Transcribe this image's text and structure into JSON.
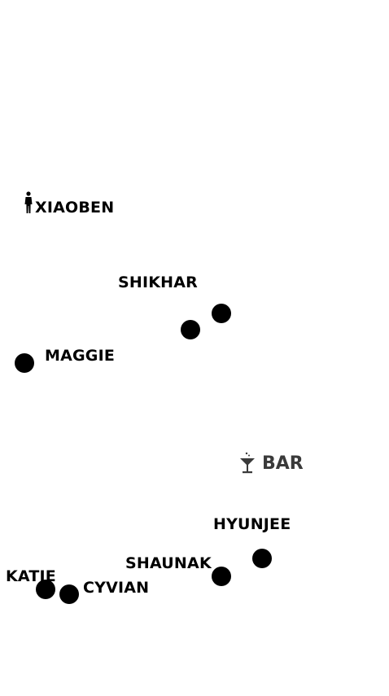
{
  "colors": {
    "background": "#ffffff",
    "person": "#000000",
    "text": "#000000",
    "bar": "#3a3a3a"
  },
  "landmarks": {
    "restroom": {
      "icon": "restroom-person-icon",
      "label": "XIAOBEN"
    },
    "bar": {
      "icon": "cocktail-glass-icon",
      "label": "BAR"
    }
  },
  "people": [
    {
      "name": "SHIKHAR"
    },
    {
      "name": "MAGGIE"
    },
    {
      "name": "HYUNJEE"
    },
    {
      "name": "SHAUNAK"
    },
    {
      "name": "KATIE"
    },
    {
      "name": "CYVIAN"
    }
  ]
}
